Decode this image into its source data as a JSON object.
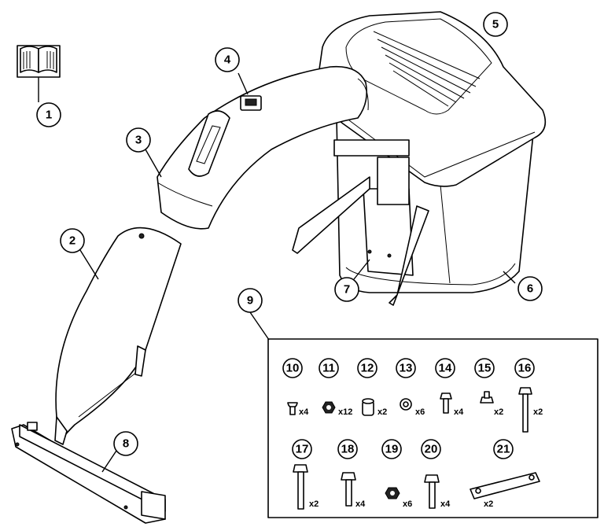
{
  "callouts": {
    "c1": "1",
    "c2": "2",
    "c3": "3",
    "c4": "4",
    "c5": "5",
    "c6": "6",
    "c7": "7",
    "c8": "8",
    "c9": "9",
    "c10": "10",
    "c11": "11",
    "c12": "12",
    "c13": "13",
    "c14": "14",
    "c15": "15",
    "c16": "16",
    "c17": "17",
    "c18": "18",
    "c19": "19",
    "c20": "20",
    "c21": "21"
  },
  "quantities": {
    "q10": "x4",
    "q11": "x12",
    "q12": "x2",
    "q13": "x6",
    "q14": "x4",
    "q15": "x2",
    "q16": "x2",
    "q17": "x2",
    "q18": "x4",
    "q19": "x6",
    "q20": "x4",
    "q21": "x2"
  }
}
